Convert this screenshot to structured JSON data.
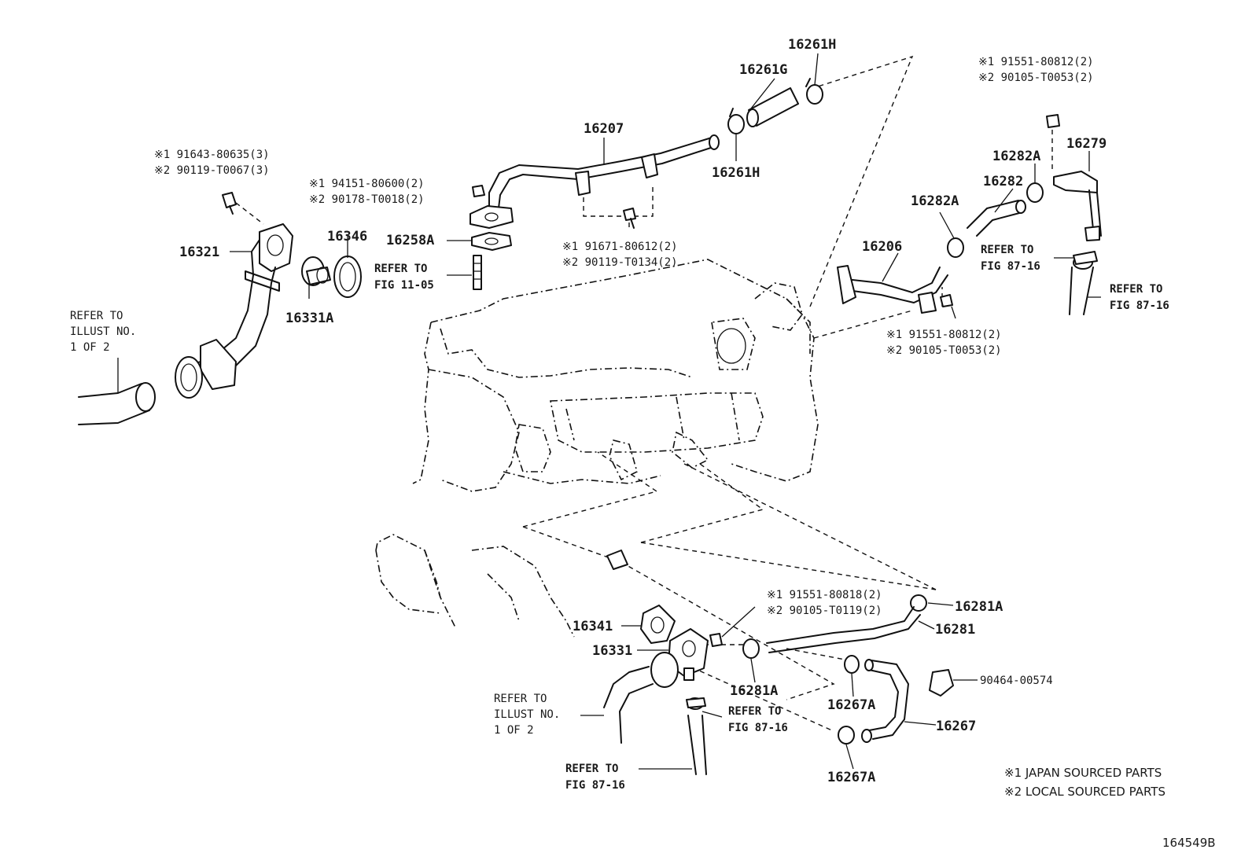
{
  "diagram_id": "164549B",
  "parts": {
    "p16261H_top": "16261H",
    "p16261G": "16261G",
    "p16261H_low": "16261H",
    "p16207": "16207",
    "p16321": "16321",
    "p16346": "16346",
    "p16331A": "16331A",
    "p16258A": "16258A",
    "p16206": "16206",
    "p16282A_a": "16282A",
    "p16282": "16282",
    "p16282A_b": "16282A",
    "p16279": "16279",
    "p16341": "16341",
    "p16331": "16331",
    "p16281A_a": "16281A",
    "p16281": "16281",
    "p16281A_b": "16281A",
    "p16267A_a": "16267A",
    "p16267": "16267",
    "p16267A_b": "16267A",
    "p90464": "90464-00574"
  },
  "codes": {
    "c1a_1": "※1 91643-80635(3)",
    "c1a_2": "※2 90119-T0067(3)",
    "c2a_1": "※1 94151-80600(2)",
    "c2a_2": "※2 90178-T0018(2)",
    "c3a_1": "※1 91671-80612(2)",
    "c3a_2": "※2 90119-T0134(2)",
    "c4a_1": "※1 91551-80812(2)",
    "c4a_2": "※2 90105-T0053(2)",
    "c5a_1": "※1 91551-80812(2)",
    "c5a_2": "※2 90105-T0053(2)",
    "c6a_1": "※1 91551-80818(2)",
    "c6a_2": "※2 90105-T0119(2)"
  },
  "refs": {
    "illust_left_1": "REFER TO",
    "illust_left_2": "ILLUST NO.",
    "illust_left_3": "1 OF 2",
    "fig1105_1": "REFER TO",
    "fig1105_2": "FIG 11-05",
    "fig8716a_1": "REFER TO",
    "fig8716a_2": "FIG 87-16",
    "fig8716b_1": "REFER TO",
    "fig8716b_2": "FIG 87-16",
    "illust_low_1": "REFER TO",
    "illust_low_2": "ILLUST NO.",
    "illust_low_3": "1 OF 2",
    "fig8716c_1": "REFER TO",
    "fig8716c_2": "FIG 87-16",
    "fig8716d_1": "REFER TO",
    "fig8716d_2": "FIG 87-16"
  },
  "notes": {
    "n1": "※1 JAPAN SOURCED PARTS",
    "n2": "※2 LOCAL SOURCED PARTS"
  }
}
